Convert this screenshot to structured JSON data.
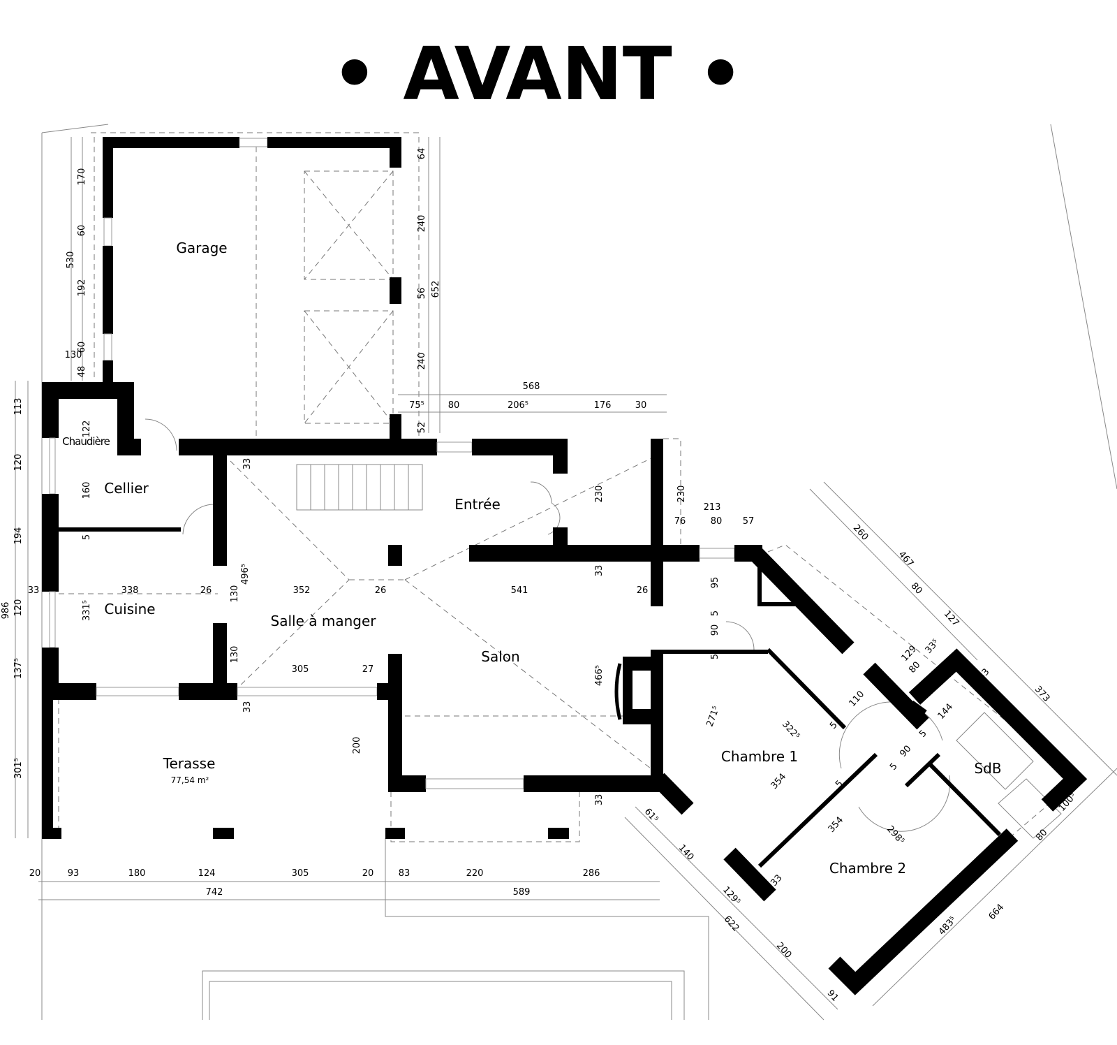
{
  "title": "• AVANT •",
  "rooms": {
    "garage": "Garage",
    "chaudiere": "Chaudière",
    "cellier": "Cellier",
    "cuisine": "Cuisine",
    "salle_a_manger": "Salle à manger",
    "entree": "Entrée",
    "salon": "Salon",
    "terasse": "Terasse",
    "terasse_area": "77,54 m²",
    "chambre_1": "Chambre 1",
    "sdb": "SdB",
    "chambre_2": "Chambre 2"
  },
  "dimensions": [
    "170",
    "60",
    "530",
    "192",
    "60",
    "130",
    "48",
    "113",
    "120",
    "194",
    "986",
    "120",
    "137⁵",
    "301⁵",
    "122",
    "160",
    "5",
    "331⁵",
    "33",
    "338",
    "26",
    "130",
    "130",
    "496⁵",
    "352",
    "26",
    "305",
    "27",
    "33",
    "33",
    "541",
    "26",
    "33",
    "230",
    "466⁵",
    "200",
    "33",
    "230",
    "213",
    "76",
    "80",
    "57",
    "95",
    "5",
    "90",
    "5",
    "271⁵",
    "64",
    "240",
    "56",
    "652",
    "240",
    "52",
    "568",
    "75⁵",
    "80",
    "206⁵",
    "176",
    "30",
    "20",
    "93",
    "180",
    "124",
    "305",
    "20",
    "83",
    "220",
    "286",
    "742",
    "589",
    "260",
    "467",
    "80",
    "127",
    "129",
    "80",
    "33⁵",
    "33",
    "373",
    "110",
    "144",
    "5",
    "5",
    "90",
    "5",
    "5",
    "322⁵",
    "354",
    "354",
    "298⁵",
    "33",
    "61⁵",
    "140",
    "129⁵",
    "622",
    "200",
    "91",
    "483⁵",
    "664",
    "80",
    "100⁵"
  ]
}
